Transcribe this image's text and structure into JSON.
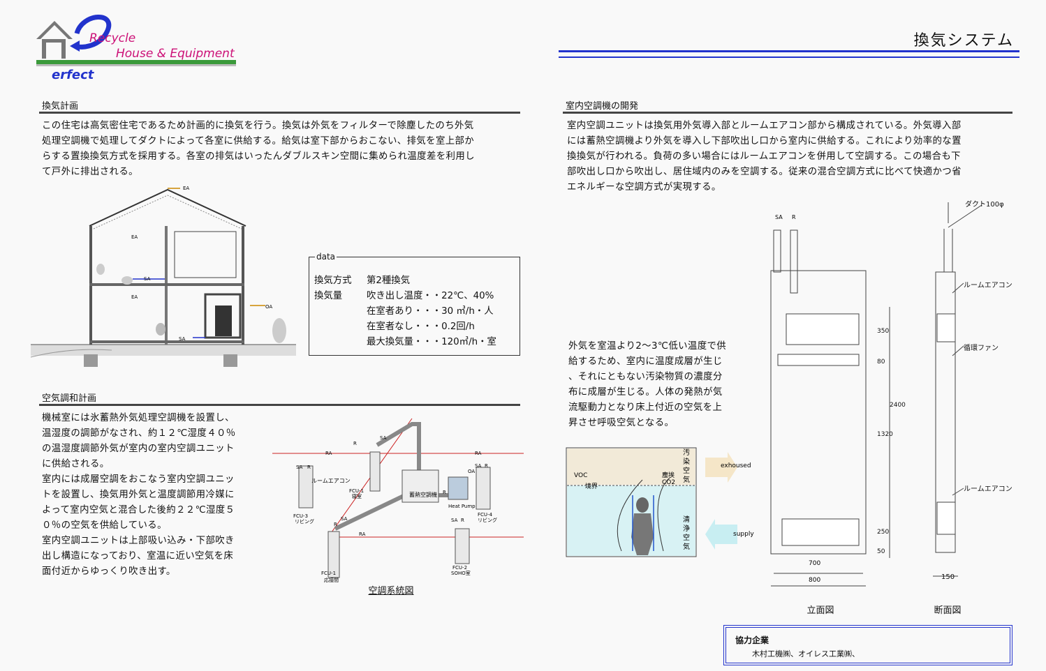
{
  "logo": {
    "line1": "Recycle",
    "line2": "House & Equipment",
    "line3": "erfect"
  },
  "page_title": "換気システム",
  "ventilation_plan": {
    "heading": "換気計画",
    "lines": [
      "この住宅は高気密住宅であるため計画的に換気を行う。換気は外気をフィルターで除塵したのち外気",
      "処理空調機で処理してダクトによって各室に供給する。給気は室下部からおこない、排気を室上部か",
      "らする置換換気方式を採用する。各室の排気はいったんダブルスキン空間に集められ温度差を利用し",
      "て戸外に排出される。"
    ]
  },
  "section_drawing": {
    "labels": [
      "EA",
      "EA",
      "SA",
      "EA",
      "OA",
      "SA"
    ]
  },
  "data_box": {
    "legend": "data",
    "rows": [
      {
        "label": "換気方式",
        "value": "第2種換気"
      },
      {
        "label": "換気量",
        "value": "吹き出し温度・・22℃、40%"
      },
      {
        "label": "",
        "value": "在室者あり・・・30 ㎥/h・人"
      },
      {
        "label": "",
        "value": "在室者なし・・・0.2回/h"
      },
      {
        "label": "",
        "value": "最大換気量・・・120㎥/h・室"
      }
    ]
  },
  "air_conditioning_plan": {
    "heading": "空気調和計画",
    "lines": [
      "機械室には氷蓄熱外気処理空調機を設置し、",
      "温湿度の調節がなされ、約１２℃湿度４０％",
      "の温湿度調節外気が室内の室内空調ユニット",
      "に供給される。",
      "室内には成層空調をおこなう室内空調ユニッ",
      "トを設置し、換気用外気と温度調節用冷媒に",
      "よって室内空気と混合した後約２２℃湿度５",
      "０％の空気を供給している。",
      "室内空調ユニットは上部吸い込み・下部吹き",
      "出し構造になっており、室温に近い空気を床",
      "面付近からゆっくり吹き出す。"
    ]
  },
  "hvac_diagram": {
    "caption": "空調系統図",
    "labels": [
      "SA",
      "R",
      "RA",
      "RA",
      "SA",
      "R",
      "SA",
      "R",
      "OA",
      "ルームエアコン",
      "FCU-1",
      "寝室",
      "蓄熱空調機",
      "R",
      "Heat Pump",
      "FCU-3",
      "リビング",
      "FCU-4",
      "リビング",
      "SA",
      "R",
      "RA",
      "SA",
      "R",
      "FCU-2",
      "SOHO室",
      "FCU-1",
      "応接間"
    ]
  },
  "indoor_unit": {
    "heading": "室内空調機の開発",
    "lines": [
      "室内空調ユニットは換気用外気導入部とルームエアコン部から構成されている。外気導入部",
      "には蓄熱空調機より外気を導入し下部吹出し口から室内に供給する。これにより効率的な置",
      "換換気が行われる。負荷の多い場合にはルームエアコンを併用して空調する。この場合も下",
      "部吹出し口から吹出し、居住域内のみを空調する。従来の混合空調方式に比べて快適かつ省",
      "エネルギーな空調方式が実現する。"
    ]
  },
  "stratification_text": {
    "lines": [
      "外気を室温より2〜3℃低い温度で供",
      "給するため、室内に温度成層が生じ",
      "、それにともない汚染物質の濃度分",
      "布に成層が生じる。人体の発熱が気",
      "流駆動力となり床上付近の空気を上",
      "昇させ呼吸空気となる。"
    ]
  },
  "strat_diagram": {
    "voc": "VOC",
    "boundary": "境界",
    "dust": "塵埃",
    "co2": "CO2",
    "dirty": [
      "汚",
      "染",
      "空",
      "気"
    ],
    "clean": [
      "清",
      "浄",
      "空",
      "気"
    ],
    "exhaust": "exhoused",
    "supply": "supply"
  },
  "elevation": {
    "caption": "立面図",
    "sa": "SA",
    "r": "R",
    "dims": [
      "350",
      "80",
      "2400",
      "1320",
      "250",
      "50"
    ],
    "width1": "700",
    "width2": "800"
  },
  "section_view": {
    "caption": "断面図",
    "duct": "ダクト100φ",
    "aircon_top": "ルームエアコン",
    "fan": "循環ファン",
    "aircon_bottom": "ルームエアコン",
    "width": "150"
  },
  "partners": {
    "heading": "協力企業",
    "body": "木村工機㈱、オイレス工業㈱、"
  },
  "colors": {
    "title_rule": "#2233cc",
    "logo_blue": "#2233cc",
    "logo_magenta": "#cc1177",
    "logo_green": "#3a9a3a",
    "pipe_red": "#cc2222"
  }
}
